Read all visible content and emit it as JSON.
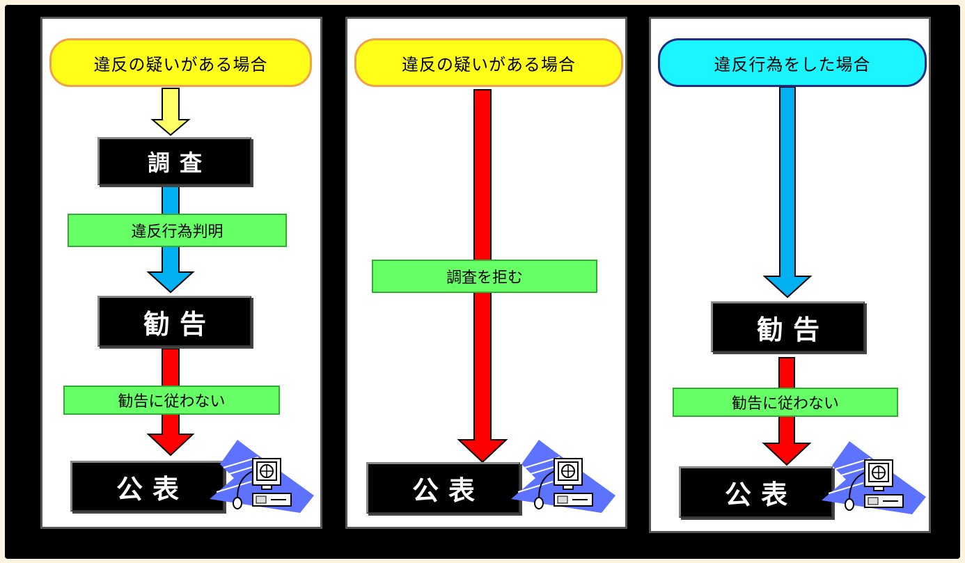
{
  "panels": [
    {
      "condition": "違反の疑いがある場合",
      "condition_color": "#ffff1a",
      "steps": [
        "調査",
        "勧告",
        "公表"
      ],
      "labels": [
        "違反行為判明",
        "勧告に従わない"
      ]
    },
    {
      "condition": "違反の疑いがある場合",
      "condition_color": "#ffff1a",
      "steps": [
        "公表"
      ],
      "labels": [
        "調査を拒む"
      ]
    },
    {
      "condition": "違反行為をした場合",
      "condition_color": "#1af5ff",
      "steps": [
        "勧告",
        "公表"
      ],
      "labels": [
        "勧告に従わない"
      ]
    }
  ],
  "arrow_colors": {
    "yellow": "#ffff66",
    "blue": "#00b0f0",
    "red": "#ff0000"
  },
  "icons": [
    "computer-clipart-icon"
  ]
}
